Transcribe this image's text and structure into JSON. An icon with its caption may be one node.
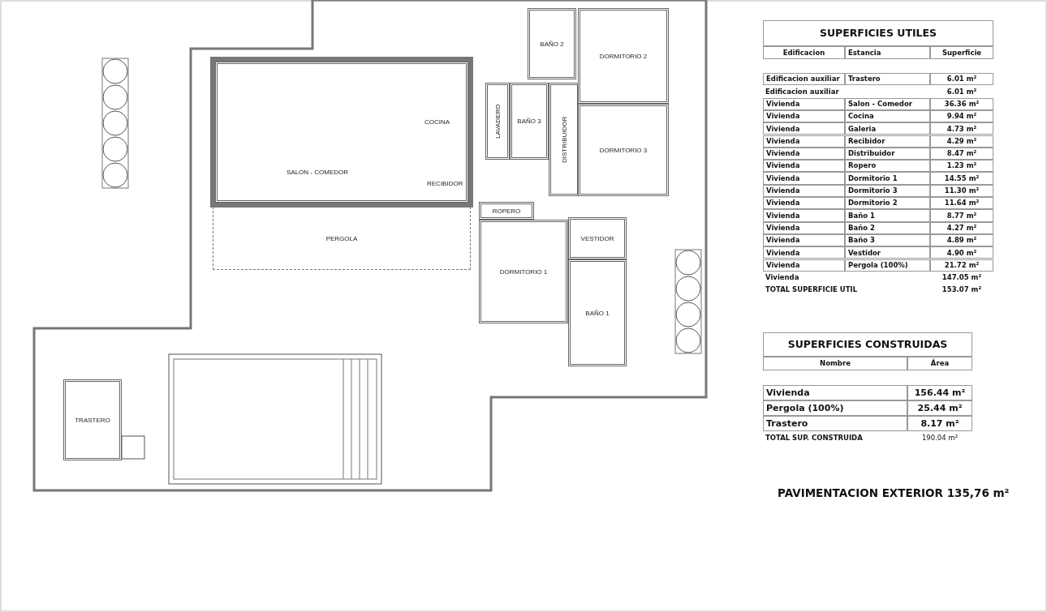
{
  "diagram": {
    "nodes": [
      {
        "text": [
          "SALON - COMEDOR"
        ]
      },
      {
        "text": [
          "LAVADERO"
        ]
      },
      {
        "text": [
          "BAÑO 3"
        ]
      },
      {
        "text": [
          "DISTRIBUIDOR"
        ]
      },
      {
        "text": [
          "BAÑO 2"
        ]
      },
      {
        "text": [
          "DORMITORIO 2"
        ]
      },
      {
        "text": [
          "DORMITORIO 3"
        ]
      },
      {
        "text": [
          "PERGOLA"
        ]
      },
      {
        "text": [
          "ROPERO"
        ]
      },
      {
        "text": [
          "DORMITORIO 1"
        ]
      },
      {
        "text": [
          "VESTIDOR"
        ]
      },
      {
        "text": [
          "BAÑO 1"
        ]
      },
      {
        "text": [
          "TRASTERO"
        ]
      }
    ],
    "labels": [
      "COCINA",
      "RECIBIDOR",
      "SUPERFICIES UTILES",
      "Edificacion",
      "Estancia",
      "Superficie",
      "Edificacion auxiliar",
      "Trastero",
      "6.01 m²",
      "Edificacion auxiliar",
      "6.01 m²",
      "Vivienda",
      "Salon - Comedor",
      "36.36 m²",
      "Vivienda",
      "Cocina",
      "9.94 m²",
      "Vivienda",
      "Galeria",
      "4.73 m²",
      "Vivienda",
      "Recibidor",
      "4.29 m²",
      "Vivienda",
      "Distribuidor",
      "8.47 m²",
      "Vivienda",
      "Ropero",
      "1.23 m²",
      "Vivienda",
      "Dormitorio 1",
      "14.55 m²",
      "Vivienda",
      "Dormitorio 3",
      "11.30 m²",
      "Vivienda",
      "Dormitorio 2",
      "11.64 m²",
      "Vivienda",
      "Baño 1",
      "8.77 m²",
      "Vivienda",
      "Baño 2",
      "4.27 m²",
      "Vivienda",
      "Baño 3",
      "4.89 m²",
      "Vivienda",
      "Vestidor",
      "4.90 m²",
      "Vivienda",
      "Pergola (100%)",
      "21.72 m²",
      "Vivienda",
      "147.05 m²",
      "TOTAL SUPERFICIE UTIL",
      "153.07 m²",
      "SUPERFICIES CONSTRUIDAS",
      "Nombre",
      "Área",
      "Vivienda",
      "156.44 m²",
      "Pergola (100%)",
      "25.44 m²",
      "Trastero",
      "8.17 m²",
      "TOTAL SUP. CONSTRUIDA",
      "190.04 m²",
      "PAVIMENTACION EXTERIOR 135,76 m²"
    ]
  }
}
